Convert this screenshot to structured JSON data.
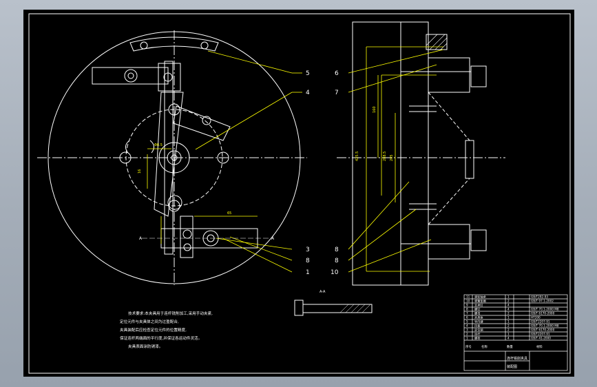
{
  "title_block": {
    "rows": [
      {
        "no": "11",
        "name": "滚轮轴承",
        "qty": "1",
        "spec": "GB/T292-93"
      },
      {
        "no": "10",
        "name": "弹簧垫圈",
        "qty": "2",
        "spec": "GB/T 97.1-2002"
      },
      {
        "no": "9",
        "name": "支承钉",
        "qty": "4",
        "spec": ""
      },
      {
        "no": "8",
        "name": "螺钉",
        "qty": "4",
        "spec": "GB/T 70.1-2000  M8"
      },
      {
        "no": "7",
        "name": "螺母",
        "qty": "2",
        "spec": "GB/T 6170-2000"
      },
      {
        "no": "6",
        "name": "夹具体",
        "qty": "1",
        "spec": "HT200"
      },
      {
        "no": "5",
        "name": "导向键",
        "qty": "1",
        "spec": "GB/T2207-91"
      },
      {
        "no": "4",
        "name": "压板",
        "qty": "2",
        "spec": "GB/T 70.1-2000  M8"
      },
      {
        "no": "3",
        "name": "定位销",
        "qty": "2",
        "spec": "GB/T 6170-2000"
      },
      {
        "no": "2",
        "name": "连杆",
        "qty": "1",
        "spec": "GB/T2207-91"
      },
      {
        "no": "1",
        "name": "螺栓",
        "qty": "4",
        "spec": "GB/T 41-2000"
      }
    ],
    "headers": [
      "序号",
      "名称",
      "数量",
      "材料"
    ],
    "drawing_name": "连杆铣削夹具",
    "drawing_sub": "装配图"
  },
  "notes": [
    "技术要求:本夹具用于连杆铣削加工,采用手动夹紧,",
    "定位元件与夹具体之间为过盈配合,",
    "夹具装配后应检查定位元件的位置精度,",
    "保证连杆两端面的平行度,并保证各运动件灵活。",
    "夹具表面涂防锈漆。"
  ],
  "section_label": "A-A",
  "view_labels": {
    "section_left": "A",
    "section_right": "A"
  },
  "callouts_left": [
    "5",
    "4",
    "3",
    "8",
    "1"
  ],
  "callouts_right": [
    "6",
    "7",
    "8",
    "8",
    "10"
  ],
  "dimensions": [
    "Φ8.5",
    "16",
    "65",
    "425.5",
    "160",
    "288.5",
    "205"
  ],
  "colors": {
    "line": "#ffffff",
    "leader": "#ffff00",
    "sheet": "#000000",
    "chrome": "#a7b0bb"
  }
}
